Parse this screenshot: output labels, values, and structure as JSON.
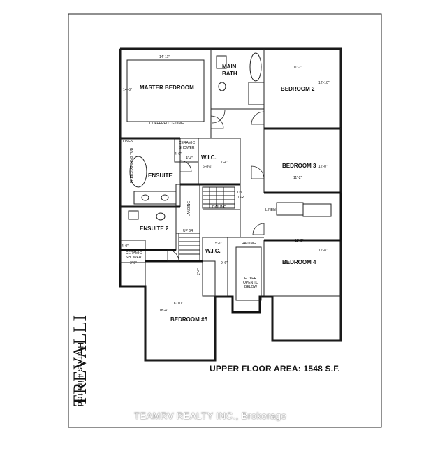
{
  "rooms": {
    "master_bedroom": "MASTER BEDROOM",
    "master_dim_w": "14'-11\"",
    "master_dim_h": "14'-3\"",
    "coffered": "COFFERED CEILING",
    "main_bath_1": "MAIN",
    "main_bath_2": "BATH",
    "bedroom2": "BEDROOM 2",
    "bedroom2_dim_w": "11'-2\"",
    "bedroom2_dim_h": "12'-10\"",
    "bedroom3": "BEDROOM 3",
    "bedroom3_dim_w": "11'-2\"",
    "bedroom3_dim_h": "12'-0\"",
    "bedroom4": "BEDROOM 4",
    "bedroom4_dim_w": "11'-0\"",
    "bedroom4_dim_h": "12'-8\"",
    "bedroom5": "BEDROOM #5",
    "bedroom5_dim_w": "16'-10\"",
    "bedroom5_dim_h": "18'-4\"",
    "ensuite": "ENSUITE",
    "ensuite2": "ENSUITE 2",
    "wic_upper": "W.I.C.",
    "wic_upper_dim_w": "6'-8½\"",
    "wic_upper_dim_h": "7'-4\"",
    "wic_lower": "W.I.C.",
    "wic_lower_dim_w": "5'-1\"",
    "wic_lower_dim_h": "9'-6\"",
    "ceramic_shower_1": "CERAMIC",
    "ceramic_shower_2": "SHOWER",
    "ceramic_shower_dim": "4'-0\"",
    "ceramic_shower_dim2": "4'-4\"",
    "ceramic_shower_b1": "CERAMIC",
    "ceramic_shower_b2": "SHOWER",
    "ceramic_shower_b_dim": "3'-5\"",
    "ceramic_shower_b_dim2": "4'-0\"",
    "linen_top": "LINEN",
    "linen_mid": "LINEN",
    "freestanding_tub": "FREESTANDING TUB",
    "landing": "LANDING",
    "railing_1": "RAILING",
    "railing_2": "RAILING",
    "dn": "DN",
    "dn_risers": "16R",
    "up": "UP 6R",
    "foyer_1": "FOYER",
    "foyer_2": "OPEN TO",
    "foyer_3": "BELOW",
    "closet_dim": "2'-4\""
  },
  "brand": {
    "name": "TREVALLI",
    "sub": "Homes Limited"
  },
  "area_label": "UPPER FLOOR AREA: 1548 S.F.",
  "watermark": "TEAMRV REALTY INC., Brokerage"
}
